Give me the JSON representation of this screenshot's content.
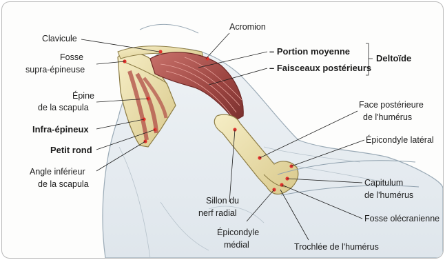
{
  "labels": {
    "clavicule": "Clavicule",
    "fosse_supra_1": "Fosse",
    "fosse_supra_2": "supra-épineuse",
    "epine_1": "Épine",
    "epine_2": "de la scapula",
    "infra_epineux": "Infra-épineux",
    "petit_rond": "Petit rond",
    "angle_inf_1": "Angle inférieur",
    "angle_inf_2": "de la scapula",
    "acromion": "Acromion",
    "portion_moyenne": "– Portion moyenne",
    "faisceaux_posterieurs": "– Faisceaux postérieurs",
    "deltoide": "Deltoïde",
    "face_post_1": "Face postérieure",
    "face_post_2": "de l'humérus",
    "epicondyle_lateral": "Épicondyle latéral",
    "capitulum_1": "Capitulum",
    "capitulum_2": "de l'humérus",
    "fosse_olecranienne": "Fosse olécranienne",
    "trochlee": "Trochlée de l'humérus",
    "sillon_1": "Sillon du",
    "sillon_2": "nerf radial",
    "epicondyle_medial_1": "Épicondyle",
    "epicondyle_medial_2": "médial"
  },
  "colors": {
    "bone": "#efe4b0",
    "muscle": "#a8524d",
    "skin_outline": "#8fa0ad",
    "marker": "#e0322c"
  }
}
